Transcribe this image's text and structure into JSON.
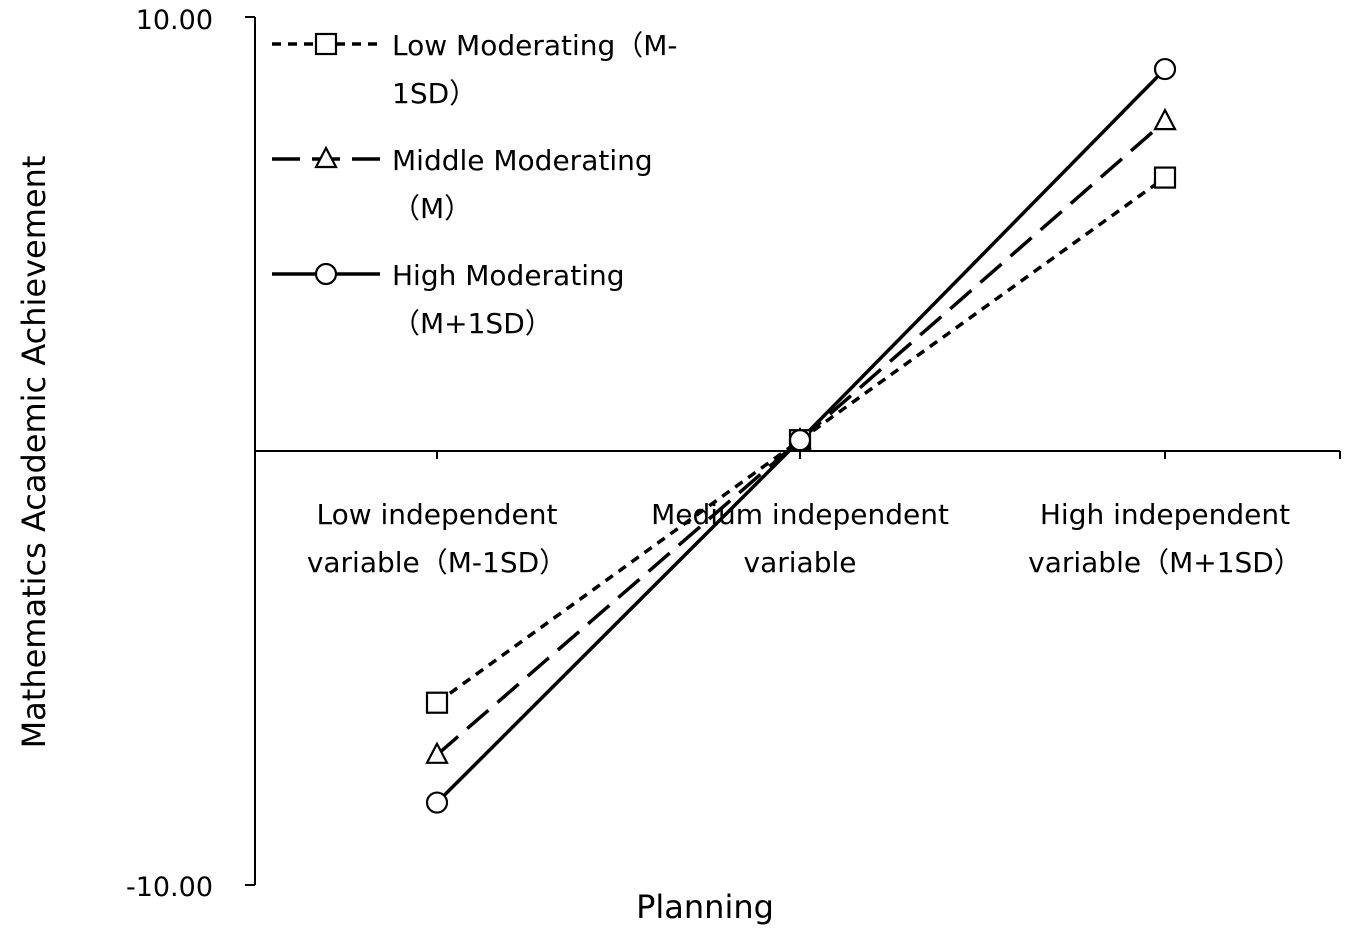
{
  "chart_data": {
    "type": "line",
    "title": "",
    "xlabel": "Planning",
    "ylabel": "Mathematics Academic Achievement",
    "ylim": [
      -10,
      10
    ],
    "y_tick_labels": [
      "10.00",
      "-10.00"
    ],
    "categories": [
      [
        "Low independent",
        "variable（M-1SD）"
      ],
      [
        "Medium independent",
        "variable"
      ],
      [
        "High independent",
        "variable（M+1SD）"
      ]
    ],
    "grid": false,
    "legend_position": "top-left",
    "series": [
      {
        "name": "Low Moderating（M-1SD）",
        "legend_lines": [
          "Low Moderating（M-",
          "1SD）"
        ],
        "marker": "square",
        "dash": "short-dash",
        "values": [
          -5.8,
          0.25,
          6.3
        ]
      },
      {
        "name": "Middle Moderating（M）",
        "legend_lines": [
          "Middle Moderating",
          "（M）"
        ],
        "marker": "triangle",
        "dash": "long-dash",
        "values": [
          -7.0,
          0.25,
          7.6
        ]
      },
      {
        "name": "High Moderating（M+1SD）",
        "legend_lines": [
          "High Moderating",
          "（M+1SD）"
        ],
        "marker": "circle",
        "dash": "solid",
        "values": [
          -8.1,
          0.25,
          8.8
        ]
      }
    ]
  }
}
